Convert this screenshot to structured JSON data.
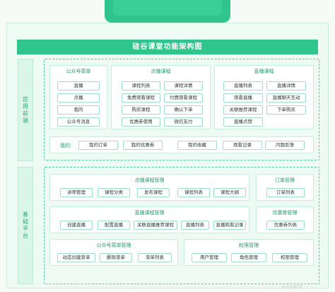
{
  "title": "硅谷课堂功能架构图",
  "sections": {
    "app": "应用前端",
    "base": "基础平台"
  },
  "groups": {
    "official_menu": {
      "title": "公众号菜单",
      "items": [
        "直播",
        "点播",
        "我的",
        "公众号消息"
      ]
    },
    "vod_course": {
      "title": "点播课程",
      "items": [
        "课程列表",
        "课程详情",
        "免费观看课程",
        "付费观看课程",
        "购买课程",
        "确认下单",
        "优惠券使用",
        "微信支付"
      ]
    },
    "live_course": {
      "title": "直播课程",
      "items": [
        "直播列表",
        "直播详情",
        "观看直播",
        "直播聊天互动",
        "关联推荐课程",
        "下单购买",
        "直播点赞"
      ]
    },
    "mine": {
      "title": "我的:",
      "items": [
        "我的订单",
        "我的优惠券",
        "我的收藏",
        "观看记录",
        "问题反馈"
      ]
    },
    "vod_mgmt": {
      "title": "点播课程管理",
      "items": [
        "讲师管理",
        "课程分类",
        "发布课程",
        "课程列表",
        "课程大纲"
      ]
    },
    "order_mgmt": {
      "title": "订单管理",
      "items": [
        "订单列表"
      ]
    },
    "live_mgmt": {
      "title": "直播课程管理",
      "items": [
        "创建直播",
        "配置直播",
        "关联直播推荐课程",
        "直播列表",
        "直播观看记录"
      ]
    },
    "coupon_mgmt": {
      "title": "优惠券管理",
      "items": [
        "优惠券列表"
      ]
    },
    "official_menu_mgmt": {
      "title": "公众号菜单管理",
      "items": [
        "动态创建菜单",
        "删除菜单",
        "菜单列表"
      ]
    },
    "perm_mgmt": {
      "title": "权限管理",
      "items": [
        "用户管理",
        "角色管理",
        "权限管理"
      ]
    }
  },
  "watermark": "尚硅谷教育"
}
